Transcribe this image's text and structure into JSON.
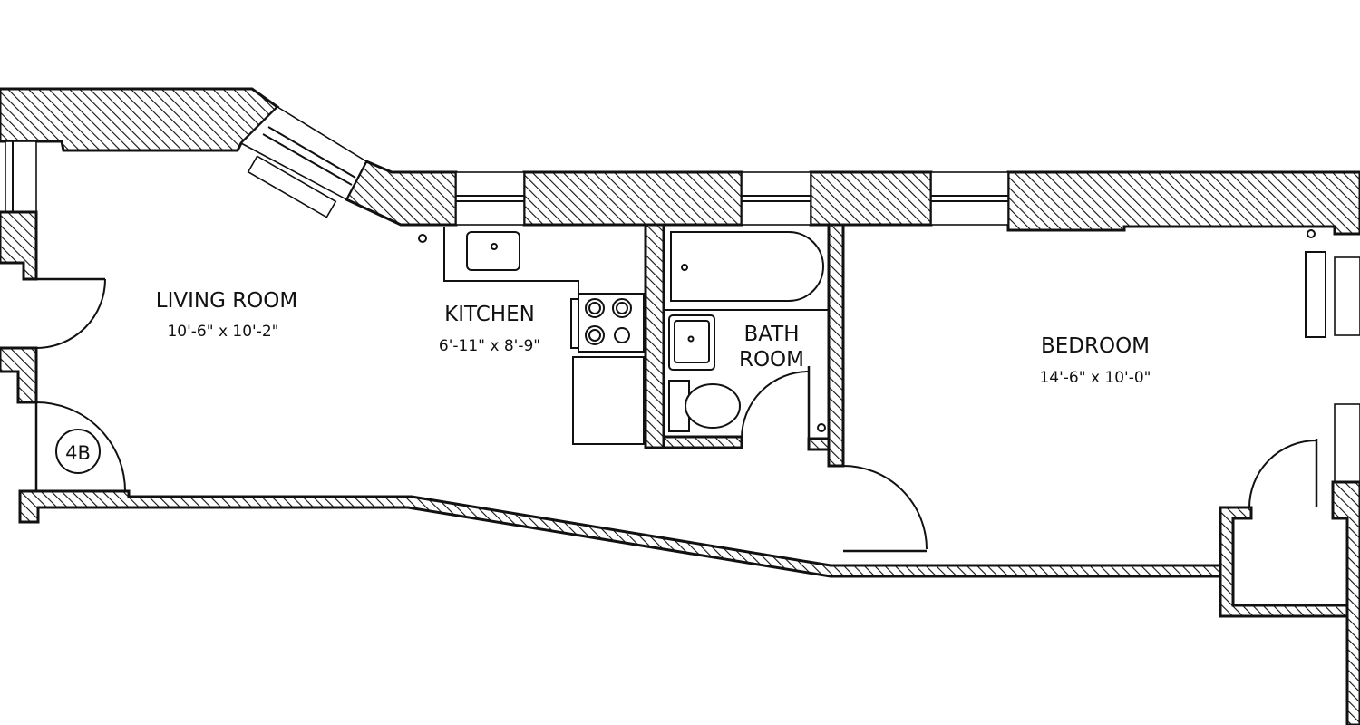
{
  "rooms": {
    "living": {
      "name": "LIVING ROOM",
      "dims": "10'-6\" x 10'-2\""
    },
    "kitchen": {
      "name": "KITCHEN",
      "dims": "6'-11\" x 8'-9\""
    },
    "bath": {
      "name_line1": "BATH",
      "name_line2": "ROOM"
    },
    "bedroom": {
      "name": "BEDROOM",
      "dims": "14'-6\" x 10'-0\""
    }
  },
  "unit": {
    "label": "4B"
  },
  "colors": {
    "ink": "#111111",
    "background": "#ffffff"
  }
}
